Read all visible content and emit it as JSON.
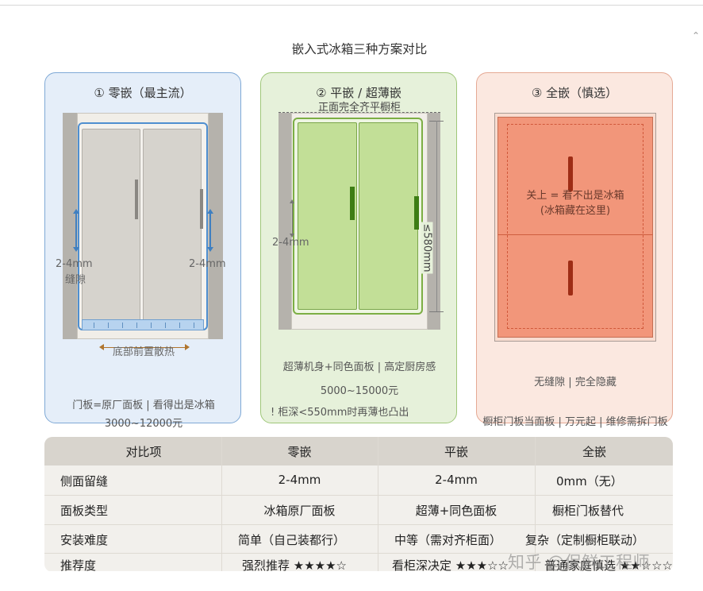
{
  "title": "嵌入式冰箱三种方案对比",
  "panels": [
    {
      "title": "① 零嵌（最主流）",
      "gap_left": "2-4mm",
      "gap_left_sub": "缝隙",
      "gap_right": "2-4mm",
      "bottom_label": "底部前置散热",
      "desc": "门板=原厂面板 | 看得出是冰箱",
      "price": "3000~12000元",
      "color": "#4f8fd0"
    },
    {
      "title": "② 平嵌 / 超薄嵌",
      "top_label": "正面完全齐平橱柜",
      "gap_label": "2-4mm",
      "depth_label": "≤580mm",
      "desc": "超薄机身+同色面板 | 高定厨房感",
      "price": "5000~15000元",
      "note": "! 柜深<550mm时再薄也凸出",
      "color": "#7cae44"
    },
    {
      "title": "③ 全嵌（慎选）",
      "overlay_line1": "关上 = 看不出是冰箱",
      "overlay_line2": "(冰箱藏在这里)",
      "desc": "无缝隙 | 完全隐藏",
      "price_desc": "橱柜门板当面板 | 万元起 | 维修需拆门板",
      "color": "#f2967a"
    }
  ],
  "table": {
    "headers": [
      "对比项",
      "零嵌",
      "平嵌",
      "全嵌"
    ],
    "rows": [
      [
        "侧面留缝",
        "2-4mm",
        "2-4mm",
        "0mm（无）"
      ],
      [
        "面板类型",
        "冰箱原厂面板",
        "超薄+同色面板",
        "橱柜门板替代"
      ],
      [
        "安装难度",
        "简单（自己装都行）",
        "中等（需对齐柜面）",
        "复杂（定制橱柜联动）"
      ],
      [
        "推荐度",
        "强烈推荐 ★★★★☆",
        "看柜深决定 ★★★☆☆",
        "普通家庭慎选 ★★☆☆☆"
      ]
    ]
  },
  "watermark": "知乎 @保鲜工程师",
  "scroll_icon": "chevron-up-icon"
}
